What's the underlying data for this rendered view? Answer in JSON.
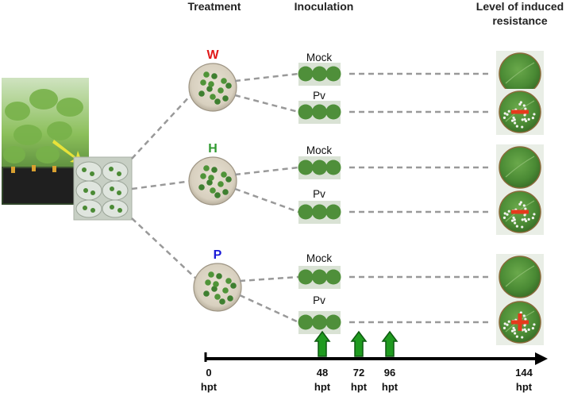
{
  "headers": {
    "treatment": "Treatment",
    "inoculation": "Inoculation",
    "resistance_line1": "Level of induced",
    "resistance_line2": "resistance"
  },
  "colors": {
    "W": "#e11a1a",
    "H": "#2f9a2f",
    "P": "#1a1ad8",
    "arrow": "#1f9a1f",
    "connector": "#999999",
    "leaf": "#4f8f3a",
    "lesion": "#e53a1c"
  },
  "treatments": [
    {
      "label": "W",
      "color_key": "W",
      "inoculations": [
        {
          "label": "Mock",
          "result": "none"
        },
        {
          "label": "Pv",
          "result": "minus"
        }
      ]
    },
    {
      "label": "H",
      "color_key": "H",
      "inoculations": [
        {
          "label": "Mock",
          "result": "none"
        },
        {
          "label": "Pv",
          "result": "minus"
        }
      ]
    },
    {
      "label": "P",
      "color_key": "P",
      "inoculations": [
        {
          "label": "Mock",
          "result": "none"
        },
        {
          "label": "Pv",
          "result": "plus"
        }
      ]
    }
  ],
  "timeline": {
    "unit": "hpt",
    "ticks": [
      {
        "value": "0",
        "unit": "hpt"
      },
      {
        "value": "48",
        "unit": "hpt"
      },
      {
        "value": "72",
        "unit": "hpt"
      },
      {
        "value": "96",
        "unit": "hpt"
      },
      {
        "value": "144",
        "unit": "hpt"
      }
    ],
    "sampling_arrows_at": [
      "48",
      "72",
      "96"
    ]
  }
}
